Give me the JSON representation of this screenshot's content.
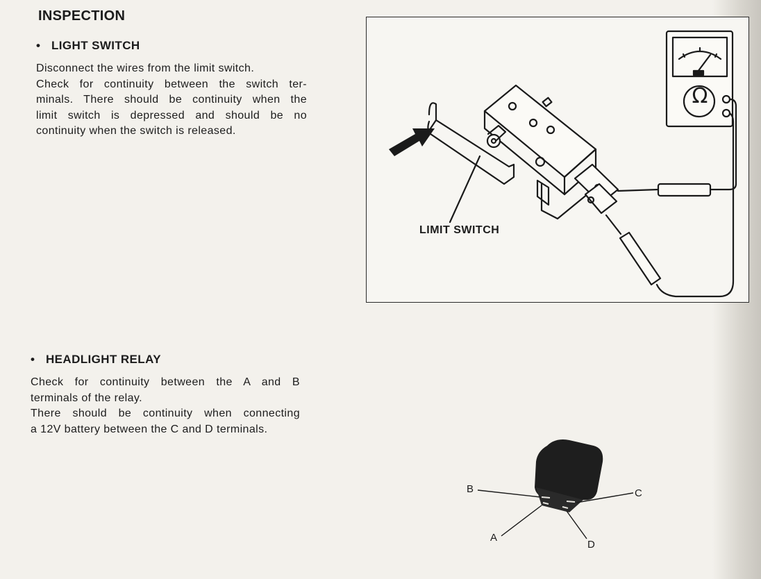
{
  "title": "INSPECTION",
  "sections": [
    {
      "bullet": "•",
      "heading": "LIGHT SWITCH",
      "lines": [
        "Disconnect the wires from the limit switch.",
        "Check for continuity between the switch ter-",
        "minals. There should be continuity when the",
        "limit switch is depressed and should be no",
        "continuity when the switch is released."
      ],
      "figure_label": "LIMIT SWITCH"
    },
    {
      "bullet": "•",
      "heading": "HEADLIGHT RELAY",
      "lines": [
        "Check for continuity between the A and B",
        "terminals of the relay.",
        "There should be continuity when connecting",
        "a 12V battery between the C and D terminals."
      ],
      "terminals": {
        "a": "A",
        "b": "B",
        "c": "C",
        "d": "D"
      }
    }
  ],
  "meter_symbol": "Ω",
  "icons": {
    "meter": "ohmmeter-icon",
    "arrow": "press-arrow-icon",
    "switch": "limit-switch-drawing",
    "relay": "relay-drawing"
  }
}
